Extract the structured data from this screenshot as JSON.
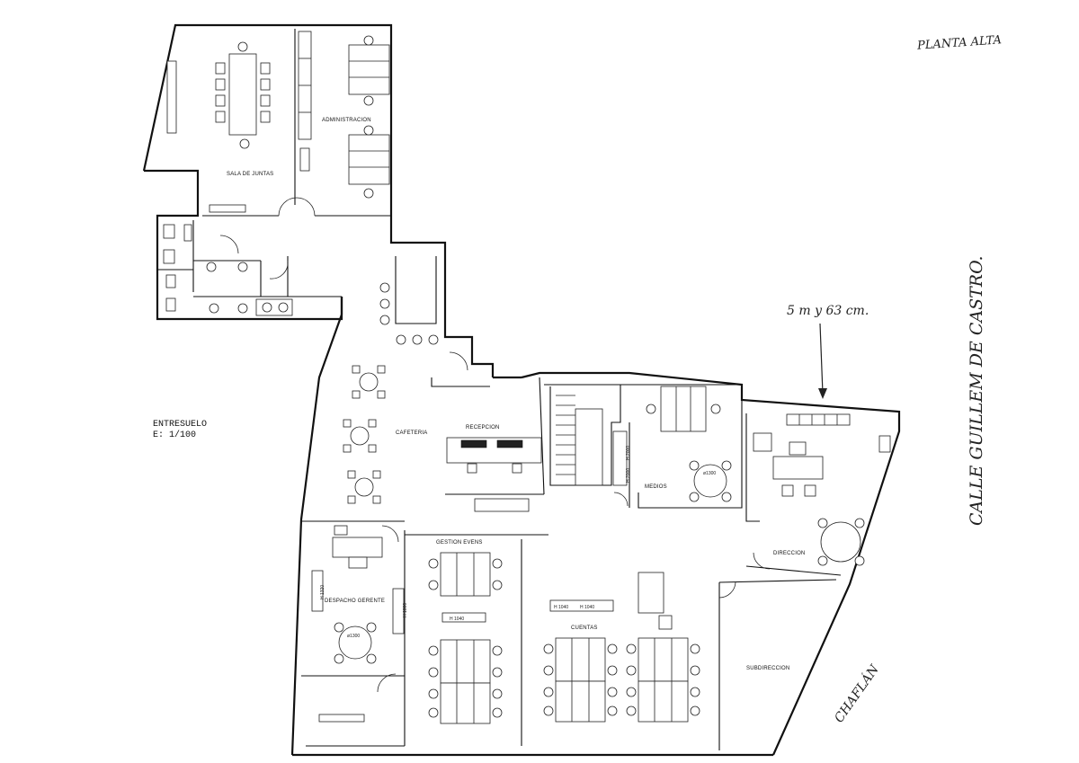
{
  "annotations": {
    "planta": "PLANTA ALTA",
    "calle": "CALLE GUILLEM DE CASTRO.",
    "medida": "5 m y 63 cm.",
    "chaflan": "CHAFLÁN"
  },
  "plan_title": {
    "line1": "ENTRESUELO",
    "line2": "E: 1/100"
  },
  "rooms": {
    "sala_juntas": "SALA DE JUNTAS",
    "administracion": "ADMINISTRACION",
    "cafeteria": "CAFETERIA",
    "recepcion": "RECEPCION",
    "medios": "MEDIOS",
    "direccion": "DIRECCION",
    "gestion_eventos": "GESTION EVENS",
    "despacho_gerente": "DESPACHO GERENTE",
    "cuentas": "CUENTAS",
    "subdireccion": "SUBDIRECCION"
  },
  "cabinet_labels": {
    "h2000": "H 2000",
    "h1040": "H 1040",
    "h1320": "H 1320",
    "h1000": "H 1000",
    "d1300": "ø1300"
  },
  "colors": {
    "ink": "#111111",
    "paper": "#ffffff"
  }
}
